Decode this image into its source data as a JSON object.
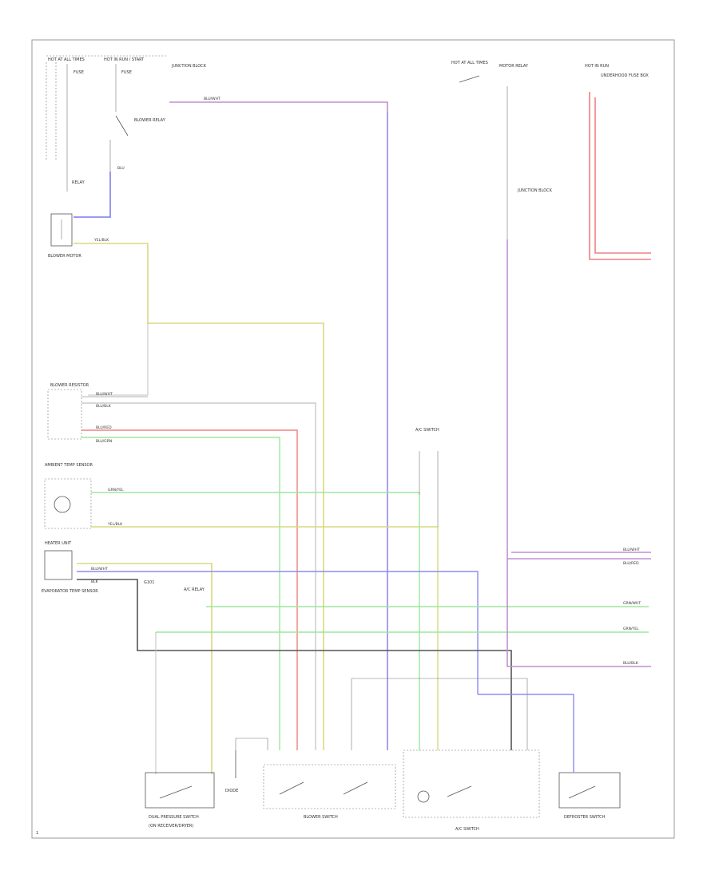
{
  "colors": {
    "red": "#f08080",
    "blue": "#8c8cf0",
    "yellow": "#d8d880",
    "green": "#9be89b",
    "gray": "#c0c0c0",
    "dark": "#555555",
    "purple": "#a070c0",
    "pink": "#e090b0"
  },
  "labels": {
    "top_left_1": "HOT AT ALL TIMES",
    "top_left_2": "HOT IN RUN / START",
    "fuse_left": "FUSE",
    "fuse_mid": "FUSE",
    "ignition_block": "JUNCTION BLOCK",
    "relay_top": "BLOWER RELAY",
    "relay_mid": "RELAY",
    "blower_motor": "BLOWER MOTOR",
    "top_mid_1": "HOT AT ALL TIMES",
    "top_mid_2": "MOTOR RELAY",
    "top_right": "HOT IN RUN",
    "top_right_2": "UNDERHOOD FUSE BOX",
    "relay_right": "JUNCTION BLOCK",
    "blower_resistor": "BLOWER RESISTOR",
    "thermostat": "AMBIENT TEMP SENSOR",
    "heater_unit": "HEATER UNIT",
    "evap_sensor": "EVAPORATOR TEMP SENSOR",
    "ground_note": "G101",
    "mid_connector": "A/C SWITCH",
    "relay_lower": "A/C RELAY",
    "bottom_1": "DUAL PRESSURE SWITCH",
    "bottom_1b": "(ON RECEIVER/DRYER)",
    "bottom_2": "DIODE",
    "bottom_3": "BLOWER SWITCH",
    "bottom_4": "A/C SWITCH",
    "bottom_5": "DEFROSTER SWITCH",
    "right_1": "BLU/WHT",
    "right_2": "BLU/RED",
    "right_3": "GRN/WHT",
    "right_4": "GRN/YEL",
    "right_5": "BLU/BLK",
    "footer": "1"
  },
  "wire_labels": {
    "pink_top": "BLU/WHT",
    "yellow_top": "YEL/BLK",
    "blue_left": "BLU",
    "gray_1": "BLU/WHT",
    "gray_2": "BLU/BLK",
    "red_1": "BLU/RED",
    "green_1": "BLU/GRN",
    "green_mid": "GRN/YEL",
    "yellow_mid": "YEL/BLK",
    "green_lower": "GRN/WHT",
    "blue_lower": "BLU/WHT",
    "dark_lower": "BLK"
  }
}
